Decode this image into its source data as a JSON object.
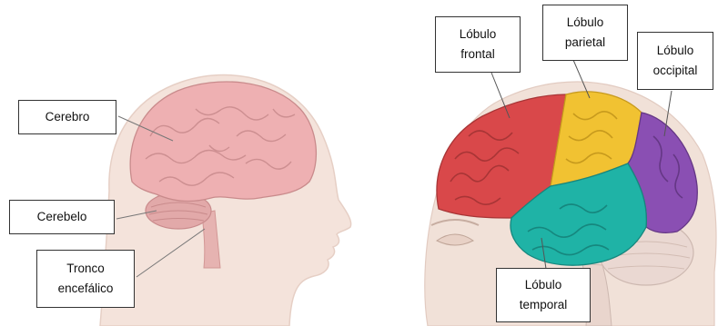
{
  "diagram": {
    "left": {
      "labels": {
        "cerebro": "Cerebro",
        "cerebelo": "Cerebelo",
        "tronco": "Tronco\nencefálico"
      }
    },
    "right": {
      "labels": {
        "frontal": "Lóbulo\nfrontal",
        "parietal": "Lóbulo\nparietal",
        "occipital": "Lóbulo\noccipital",
        "temporal": "Lóbulo\ntemporal"
      },
      "lobe_colors": {
        "frontal": "#d9484a",
        "parietal": "#f1c232",
        "occipital": "#8a4fb3",
        "temporal": "#1fb3a6"
      }
    },
    "colors": {
      "skin": "#f2ddd2",
      "brain": "#e8a3a5"
    }
  }
}
